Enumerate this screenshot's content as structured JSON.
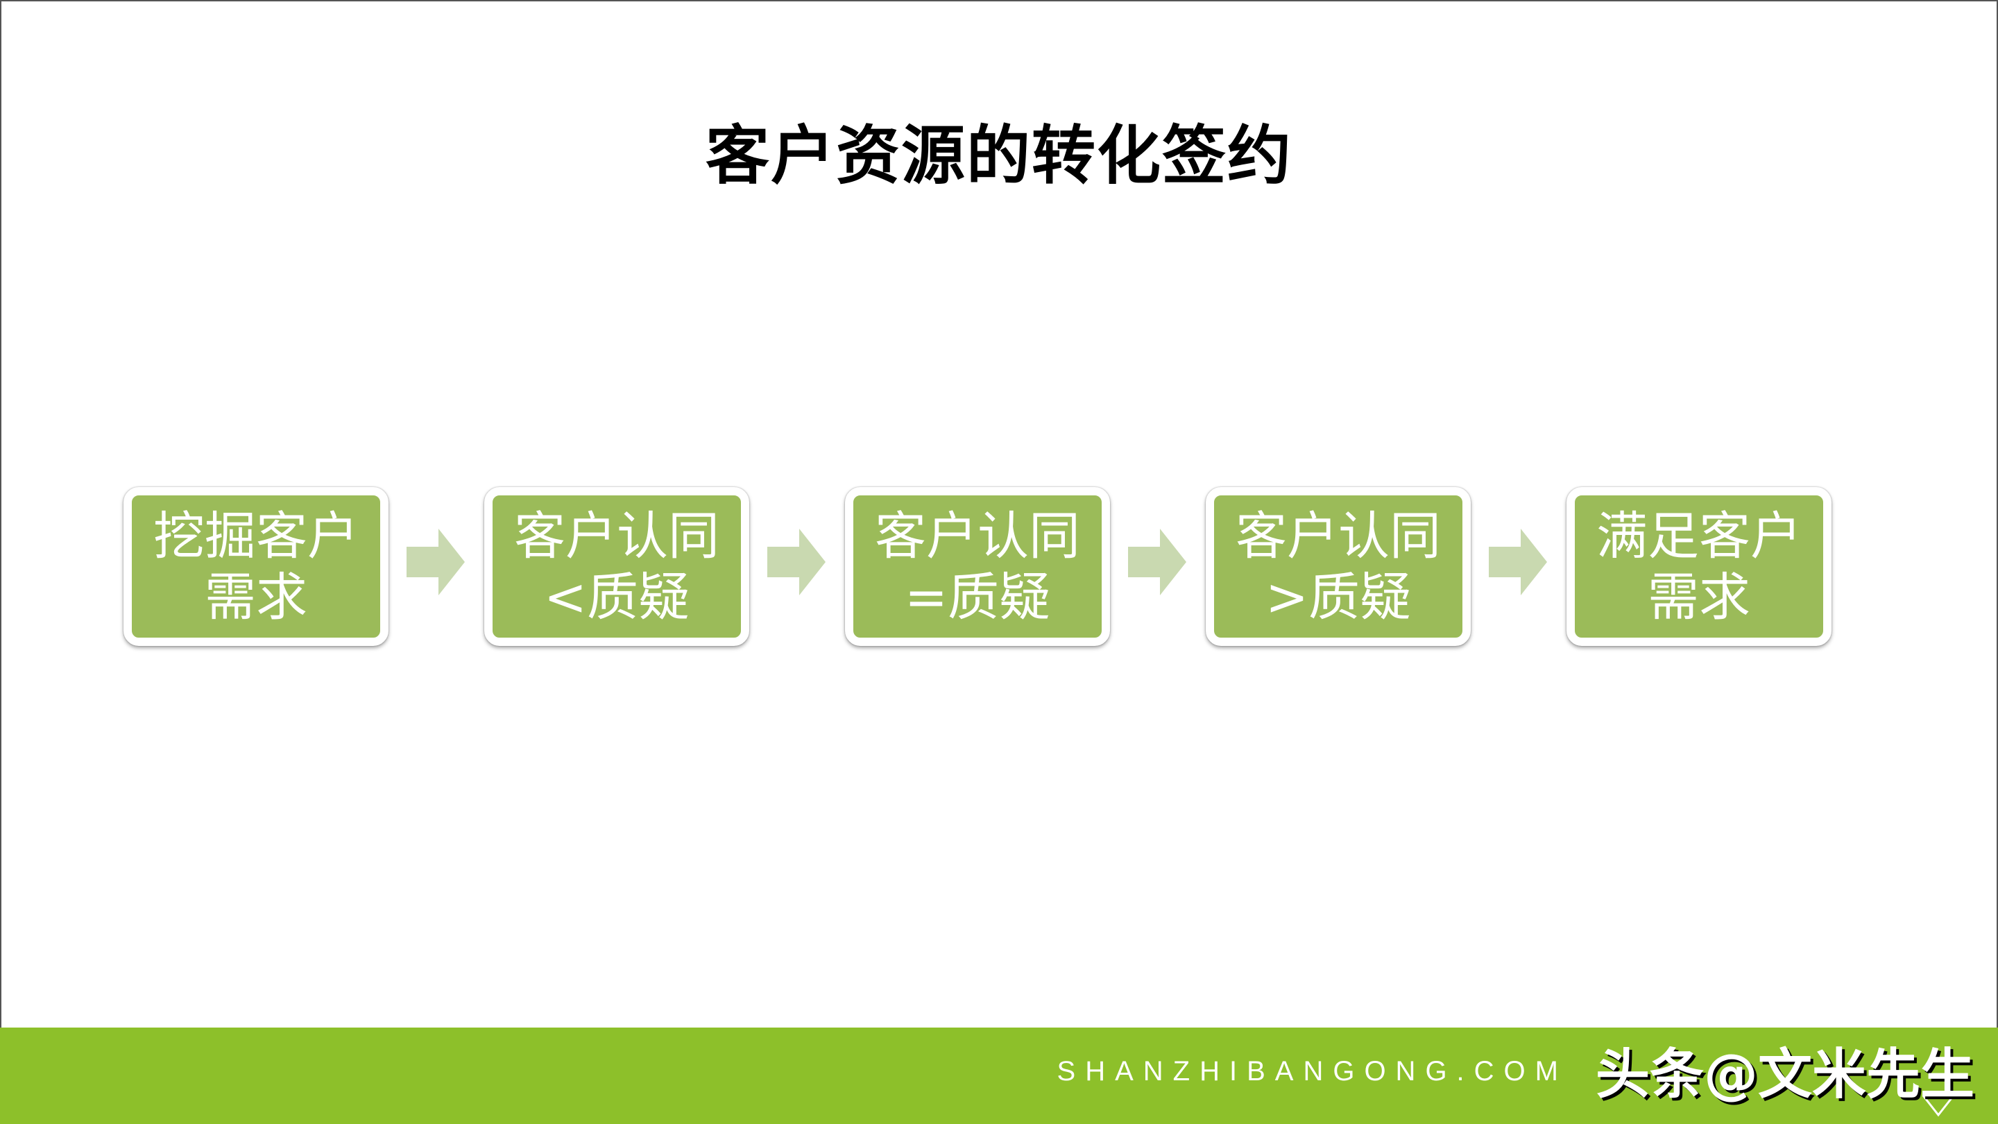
{
  "title": "客户资源的转化签约",
  "steps": [
    {
      "line1": "挖掘客户",
      "line2": "需求"
    },
    {
      "line1": "客户认同",
      "line2": "<质疑"
    },
    {
      "line1": "客户认同",
      "line2": "=质疑"
    },
    {
      "line1": "客户认同",
      "line2": ">质疑"
    },
    {
      "line1": "满足客户",
      "line2": "需求"
    }
  ],
  "footer": {
    "site_text": "SHANZHIBANGONG.COM",
    "watermark": "头条@文米先生"
  },
  "colors": {
    "step_fill": "#9bbb59",
    "arrow": "#c9d9b0",
    "footer_bar": "#8dc02a"
  }
}
